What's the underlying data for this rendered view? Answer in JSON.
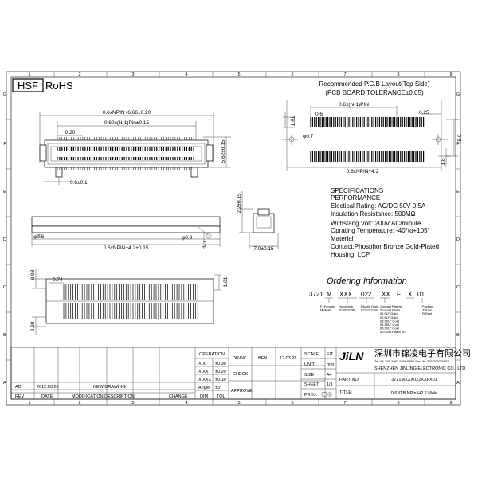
{
  "grid": {
    "columns": [
      "1",
      "2",
      "3",
      "4",
      "5",
      "6",
      "7",
      "8",
      "9"
    ],
    "rows": [
      "G",
      "F",
      "E",
      "D",
      "C",
      "B",
      "A"
    ]
  },
  "header": {
    "hsf": "HSF",
    "rohs": "RoHS",
    "layout_title": "Recommended  P.C.B Layout(Top Side)",
    "layout_tolerance": "(PCB BOARD TOLERANCE±0.05)"
  },
  "dims": {
    "top_overall": "0.6xNPIN+6.66±0.20",
    "top_pitch": "0.60x(N-1)Pin±0.15",
    "top_020": "0.20",
    "top_height": "5.62±0.15",
    "top_06": "0.6±0.1",
    "side_dia06": "φ0.6",
    "side_dia09": "φ0.9",
    "side_len": "0.6xNPIN+4.2±0.15",
    "end_height": "2.2±0.15",
    "end_07": "0.7",
    "end_width": "7.0±0.15",
    "pcb_pitch": "0.6x(N-1)PIN",
    "pcb_025": "0.25",
    "pcb_06": "0.6",
    "pcb_181": "1.81",
    "pcb_dia07": "φ0.7",
    "pcb_80": "8.0",
    "pcb_18": "1.8",
    "pcb_overall": "0.6xNPIN+4.2",
    "bot_098": "0.98",
    "bot_074": "0.74",
    "bot_181": "1.81",
    "bot_098b": "0.98"
  },
  "specs": {
    "heading": "SPECIFICATIONS",
    "subheading": "PERFORMANCE",
    "lines": [
      "Electical Rating: AC/DC 50V 0.5A",
      "Insulation Resistance:  500MΩ",
      "Withstang Volt: 200V AC/minute",
      "Oprating Temperature: -40°to+105°",
      "Material",
      "Contact:Phosphor Bronze Gold-Plated",
      "Housing: LCP"
    ]
  },
  "ordering": {
    "title": "Ordering Information",
    "codes": [
      "3721",
      "M",
      "XXX",
      "022",
      "XX",
      "F",
      "X",
      "01"
    ],
    "notes": {
      "gender": "F=Female\nM=Male",
      "pins": "No.of pins\n60,80,100P",
      "height": "Plastic Hight\n022=2.2mm",
      "plating": "Contact Plating\n00:Gold Flash\n01:3U\" Gold\n02:5U\" Gold\n03:10U\" Gold\n04:15U\" Gold\n05:30U\" Gold\n50:Gold Flash/Tin",
      "packing": "Packing\nT:Tube\nR:Reel"
    }
  },
  "titleblock": {
    "operation": "OPERATION",
    "tol_rows": [
      [
        "X.X",
        "±0.30"
      ],
      [
        "X.XX",
        "±0.20"
      ],
      [
        "X.XXX",
        "±0.10"
      ],
      [
        "Angle",
        "±3°"
      ]
    ],
    "dim": "DIM",
    "tol": "TOL",
    "draw": "DRAW",
    "drawer": "BEN",
    "date": "12.03.28",
    "check": "CHECK",
    "approve": "APPROVE",
    "change": "CHANGE",
    "scale": "SCALE",
    "scale_val": "FIT",
    "unit": "UNIT",
    "unit_val": "mm",
    "size": "SIZE",
    "size_val": "A4",
    "sheet": "SHEET",
    "sheet_val": "1/1",
    "proj": "PROJ.",
    "logo": "JiLN",
    "company_cn": "深圳市锦凌电子有限公司",
    "company_contact": "Tel: 86-755-2997-5806/5802  Fax: 86-755-2997-5802",
    "company_en": "SHENZHEN JINLING ELECTRONIC CO., LTD",
    "part_no_label": "PART NO.",
    "part_no": "3721MXXX022XXFX01",
    "title_label": "TITLE:",
    "title": "0.6BTB  NPin  H2.2  Male",
    "rev_row": [
      "AD",
      "2012.03.28",
      "NEW DRAWING"
    ],
    "rev_head": [
      "REV",
      "DATE",
      "MODIFICATION DESCRIPTION",
      "CHANGE",
      "DIM",
      "TOL"
    ]
  }
}
